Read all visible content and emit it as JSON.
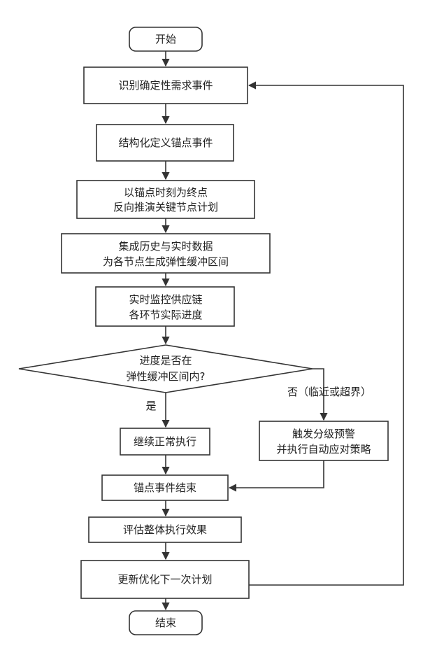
{
  "nodes": {
    "start": "开始",
    "identify": "识别确定性需求事件",
    "define": "结构化定义锚点事件",
    "backward_1": "以锚点时刻为终点",
    "backward_2": "反向推演关键节点计划",
    "integrate_1": "集成历史与实时数据",
    "integrate_2": "为各节点生成弹性缓冲区间",
    "monitor_1": "实时监控供应链",
    "monitor_2": "各环节实际进度",
    "decision_1": "进度是否在",
    "decision_2": "弹性缓冲区间内?",
    "continue": "继续正常执行",
    "alert_1": "触发分级预警",
    "alert_2": "并执行自动应对策略",
    "anchor_end": "锚点事件结束",
    "evaluate": "评估整体执行效果",
    "update": "更新优化下一次计划",
    "end": "结束"
  },
  "edge_labels": {
    "yes": "是",
    "no": "否（临近或超界）"
  }
}
